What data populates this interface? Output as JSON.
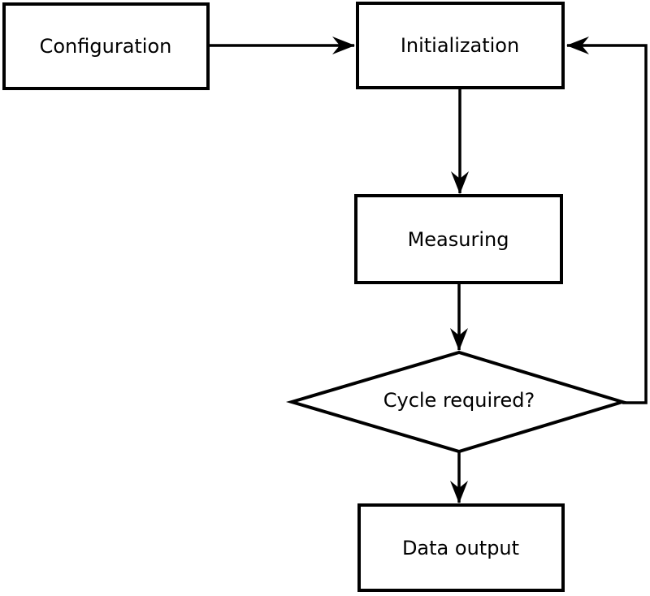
{
  "diagram": {
    "type": "flowchart",
    "background_color": "#ffffff",
    "stroke_color": "#000000",
    "text_color": "#000000",
    "nodes": [
      {
        "id": "configuration",
        "label": "Configuration",
        "shape": "rectangle"
      },
      {
        "id": "initialization",
        "label": "Initialization",
        "shape": "rectangle"
      },
      {
        "id": "measuring",
        "label": "Measuring",
        "shape": "rectangle"
      },
      {
        "id": "cycle_required",
        "label": "Cycle required?",
        "shape": "diamond"
      },
      {
        "id": "data_output",
        "label": "Data output",
        "shape": "rectangle"
      }
    ],
    "edges": [
      {
        "from": "configuration",
        "to": "initialization",
        "kind": "arrow"
      },
      {
        "from": "initialization",
        "to": "measuring",
        "kind": "arrow"
      },
      {
        "from": "measuring",
        "to": "cycle_required",
        "kind": "arrow"
      },
      {
        "from": "cycle_required",
        "to": "data_output",
        "kind": "arrow"
      },
      {
        "from": "cycle_required",
        "to": "initialization",
        "kind": "feedback-loop-arrow"
      }
    ]
  }
}
